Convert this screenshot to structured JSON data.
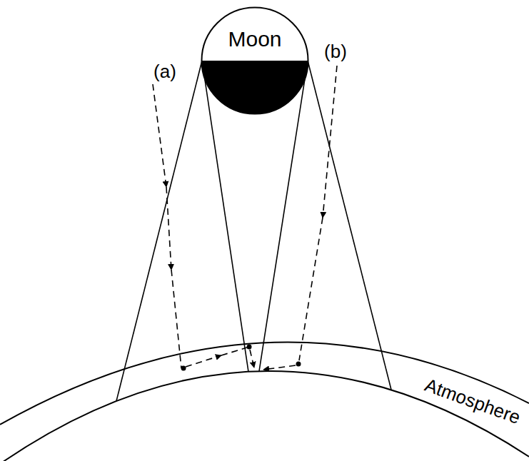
{
  "diagram": {
    "nodes": [
      {
        "text": [
          "Moon"
        ]
      }
    ],
    "labels": [
      "(a)",
      "(b)",
      "Atmosphere"
    ]
  }
}
